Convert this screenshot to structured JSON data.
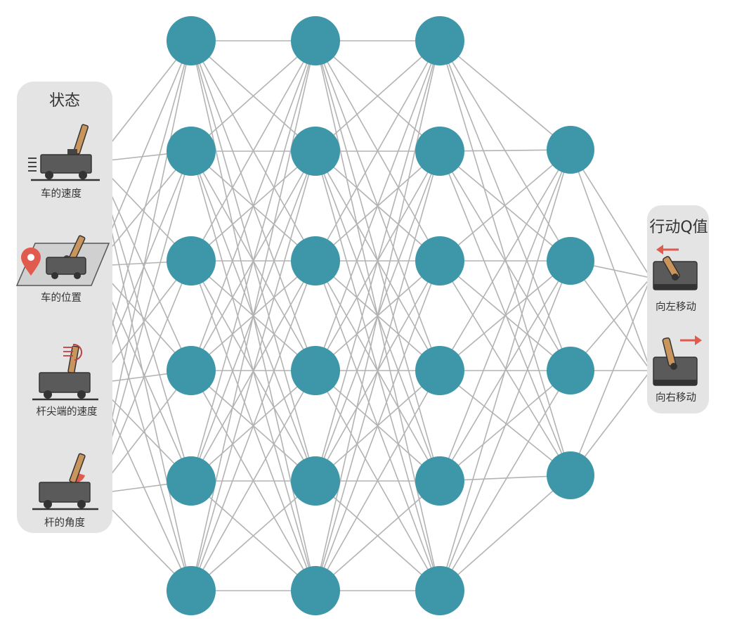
{
  "input_panel": {
    "title": "状态",
    "items": [
      {
        "label": "车的速度",
        "icon": "cart-velocity-icon"
      },
      {
        "label": "车的位置",
        "icon": "cart-position-icon"
      },
      {
        "label": "杆尖端的速度",
        "icon": "pole-tip-velocity-icon"
      },
      {
        "label": "杆的角度",
        "icon": "pole-angle-icon"
      }
    ]
  },
  "output_panel": {
    "title": "行动Q值",
    "items": [
      {
        "label": "向左移动",
        "icon": "move-left-icon"
      },
      {
        "label": "向右移动",
        "icon": "move-right-icon"
      }
    ]
  },
  "network": {
    "hidden_layer_sizes": [
      6,
      6,
      6,
      4
    ],
    "input_count": 4,
    "output_count": 2
  },
  "colors": {
    "node": "#3d97a8",
    "edge": "#b3b3b3",
    "panel": "#e4e4e4",
    "cart": "#5a5a5a",
    "pole": "#c9955c",
    "accent": "#e05a4e"
  }
}
